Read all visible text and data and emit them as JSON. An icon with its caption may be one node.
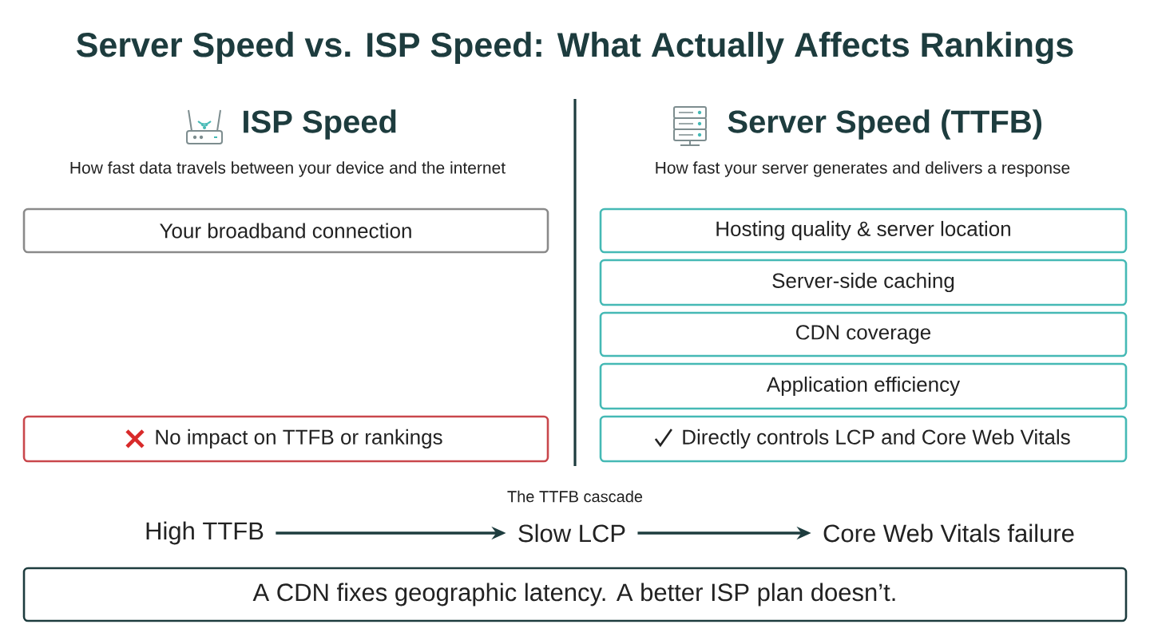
{
  "diagram": {
    "title": "Server Speed vs. ISP Speed: What Actually Affects Rankings",
    "nodes": [
      {
        "text": [
          "Your broadband connection"
        ]
      },
      {
        "text": [
          "No impact on TTFB or rankings"
        ]
      },
      {
        "text": [
          "Hosting quality & server location"
        ]
      },
      {
        "text": [
          "Server-side caching"
        ]
      },
      {
        "text": [
          "CDN coverage"
        ]
      },
      {
        "text": [
          "Application efficiency"
        ]
      },
      {
        "text": [
          "Directly controls LCP and Core Web Vitals"
        ]
      },
      {
        "text": [
          "High TTFB"
        ]
      },
      {
        "text": [
          "Slow LCP"
        ]
      },
      {
        "text": [
          "Core Web Vitals failure"
        ]
      },
      {
        "text": [
          "A CDN fixes geographic latency. A better ISP plan doesn’t."
        ]
      }
    ],
    "edges": [
      {
        "from": 7,
        "to": 8,
        "arrow": "to"
      },
      {
        "from": 8,
        "to": 9,
        "arrow": "to"
      }
    ],
    "labels": [
      "ISP Speed",
      "How fast data travels between your device and the internet",
      "Server Speed (TTFB)",
      "How fast your server generates and delivers a response",
      "The TTFB cascade"
    ]
  }
}
